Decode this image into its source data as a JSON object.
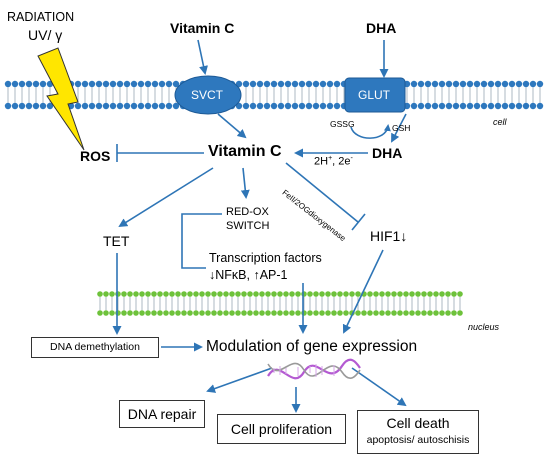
{
  "inputs": {
    "radiation": "RADIATION",
    "uv": "UV/ γ",
    "vitamin_c_top": "Vitamin C",
    "dha_top": "DHA"
  },
  "membrane": {
    "svct": "SVCT",
    "glut": "GLUT",
    "cell": "cell",
    "nucleus": "nucleus"
  },
  "redox": {
    "gssg": "GSSG",
    "gsh": "GSH",
    "electrons_base": "2H",
    "electrons_sup": "+",
    "electrons_mid": ", 2e",
    "electrons_sup2": "-",
    "dha_inner": "DHA"
  },
  "central": {
    "vitamin_c": "Vitamin C",
    "ros": "ROS",
    "enzyme": "FeII/2OGdioxygenase"
  },
  "targets": {
    "tet": "TET",
    "redox_line1": "RED-OX",
    "redox_line2": "SWITCH",
    "hif": "HIF1↓",
    "tf_line1": "Transcription factors",
    "tf_line2": "↓NFκB, ↑AP-1"
  },
  "outcomes": {
    "dna_demethylation": "DNA demethylation",
    "modulation": "Modulation of gene expression",
    "dna_repair": "DNA repair",
    "cell_proliferation": "Cell proliferation",
    "cell_death": "Cell death",
    "cell_death_sub": "apoptosis/ autoschisis"
  },
  "colors": {
    "arrow": "#2e75b6",
    "membrane_head": "#2e78be",
    "nucleus_head": "#6ec23b",
    "transporter": "#2e78be",
    "bolt": "#ffe600",
    "dna": "#b45ad2"
  }
}
